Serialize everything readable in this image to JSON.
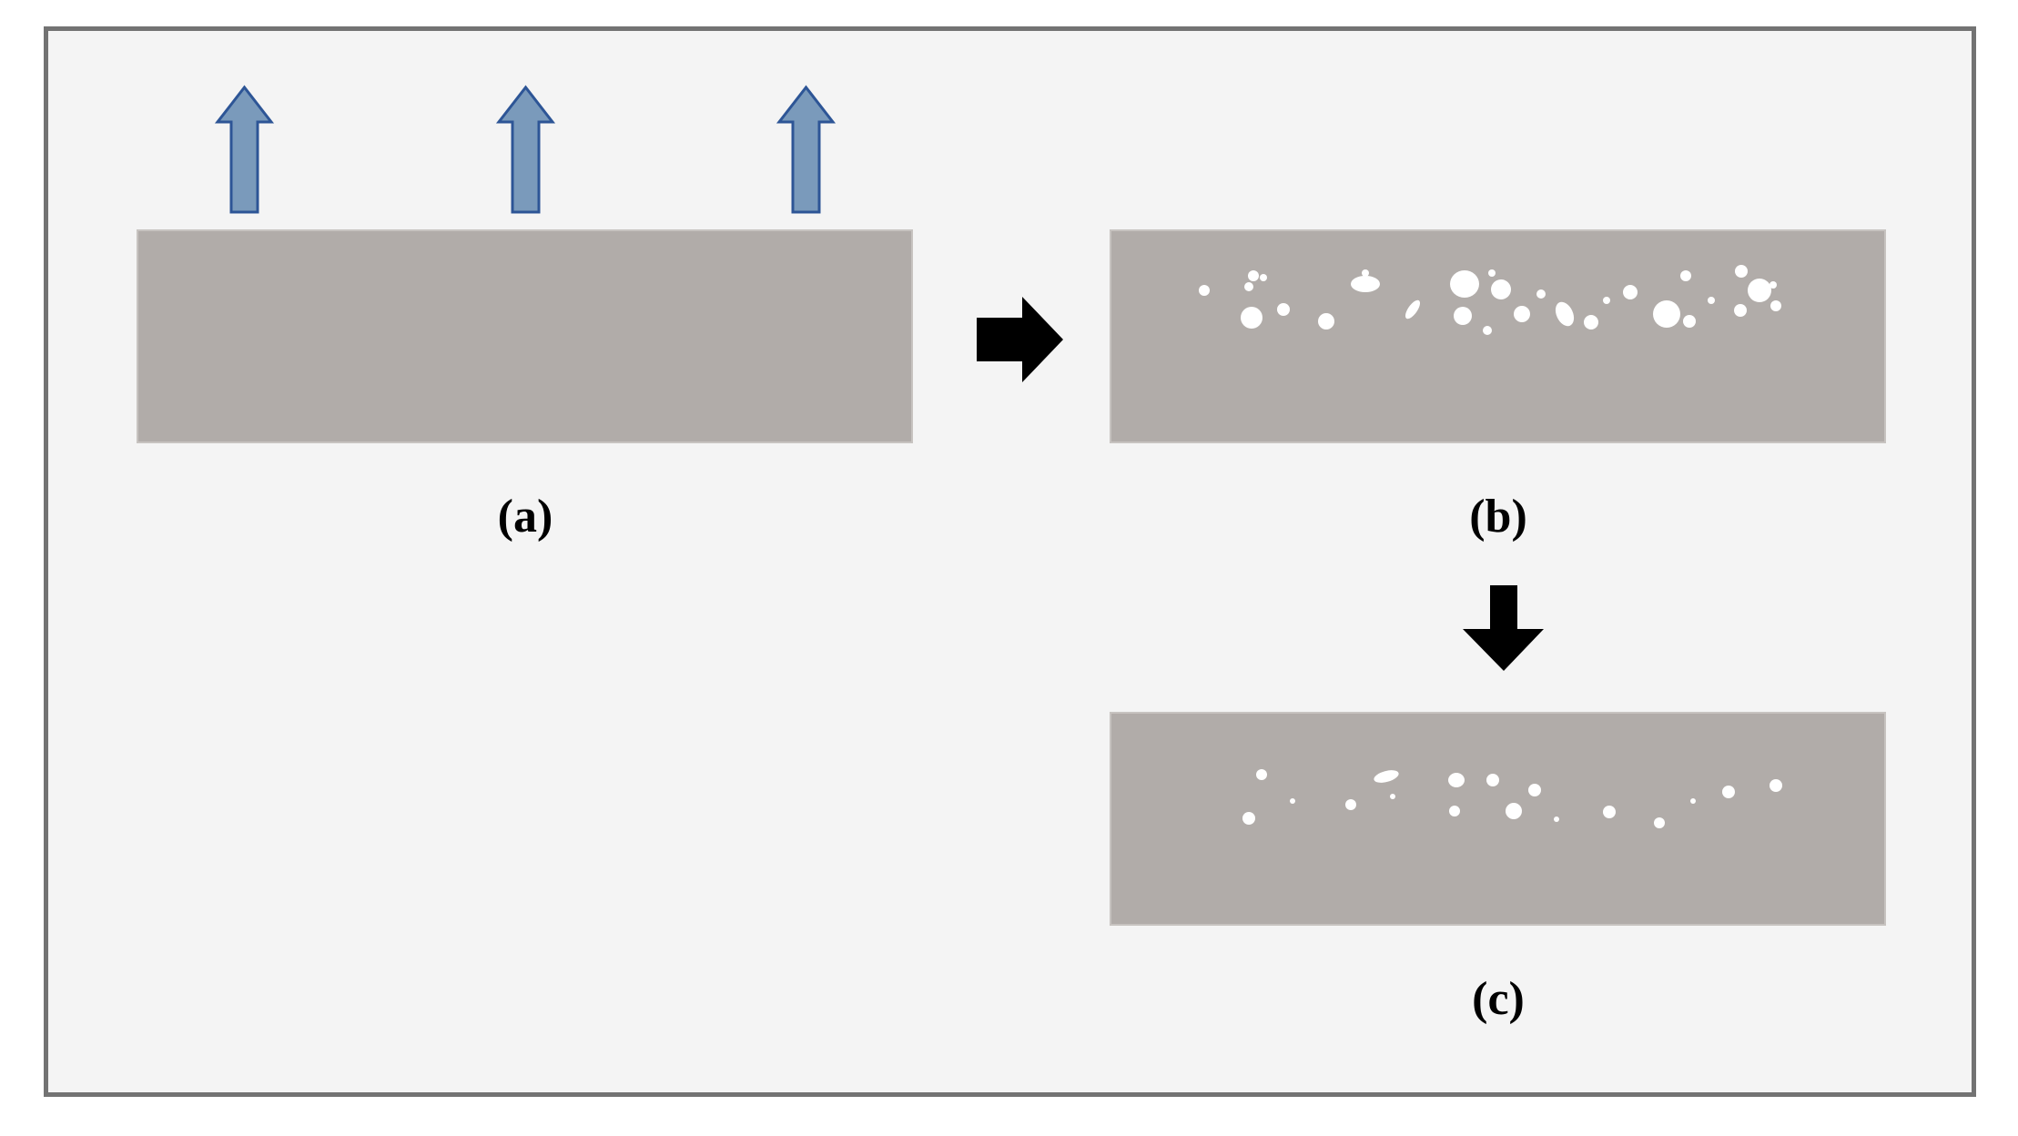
{
  "panels": {
    "a": {
      "label": "(a)"
    },
    "b": {
      "label": "(b)"
    },
    "c": {
      "label": "(c)"
    }
  },
  "colors": {
    "background": "#f4f4f4",
    "frame": "#737373",
    "slab": "#b1aca9",
    "slab_border": "#c7c3c0",
    "up_arrow_fill": "#7a9abb",
    "up_arrow_stroke": "#2d5596",
    "transition_arrow": "#000000",
    "pore": "#ffffff"
  },
  "icons": {
    "up_arrows": "up-arrow-icon",
    "step_ab": "right-arrow-icon",
    "step_bc": "down-arrow-icon"
  },
  "pore_counts": {
    "b": 30,
    "c": 17
  }
}
